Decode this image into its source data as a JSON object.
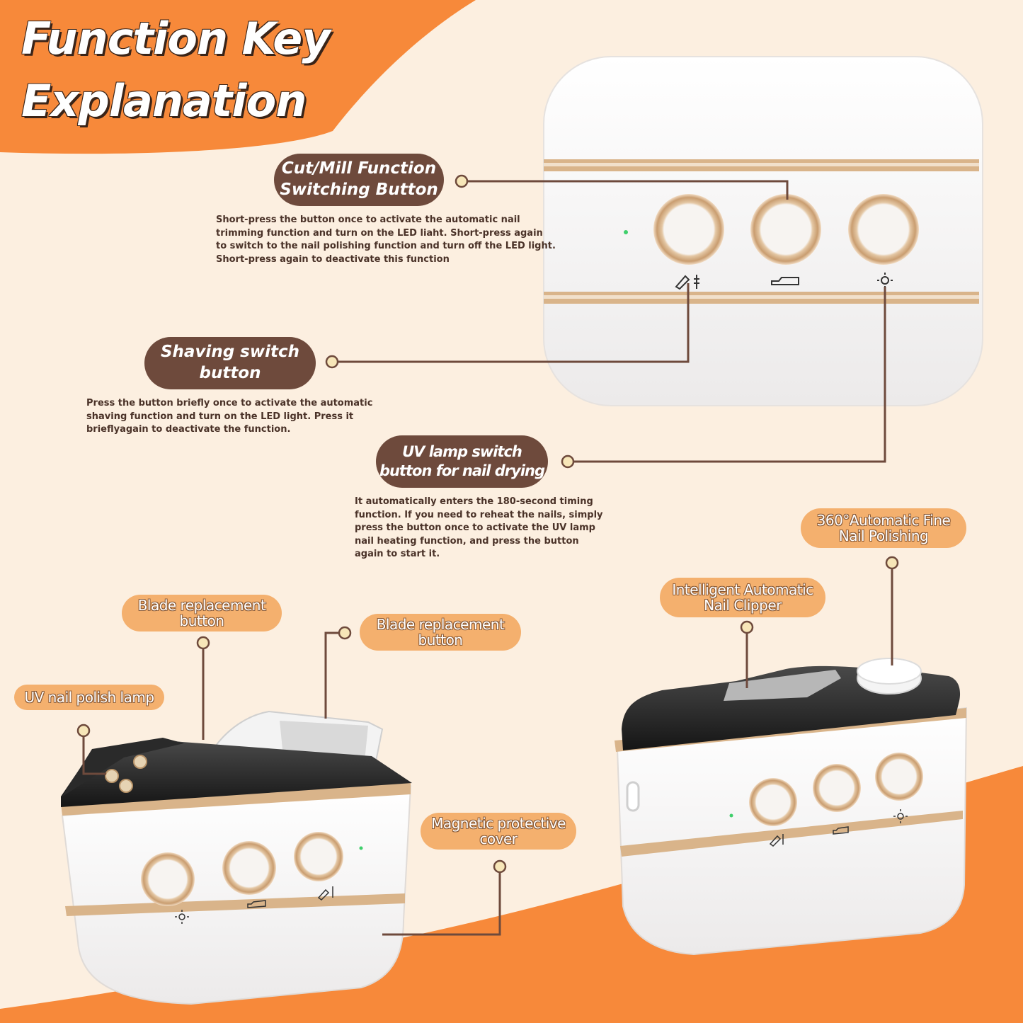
{
  "title": {
    "line1": "Function Key",
    "line2": "Explanation"
  },
  "callouts": {
    "cut_mill": {
      "line1": "Cut/Mill Function",
      "line2": "Switching Button",
      "description": [
        "Short-press the button once to activate the automatic nail",
        "trimming function and turn on the LED liaht. Short-press again",
        "to switch to the nail polishing function and turn off the LED light.",
        "Short-press again to deactivate this function"
      ]
    },
    "shaving": {
      "line1": "Shaving switch",
      "line2": "button",
      "description": [
        "Press the button briefly once to activate the automatic",
        "shaving function and turn on the LED light. Press it",
        "brieflyagain to deactivate the function."
      ]
    },
    "uv_switch": {
      "line1": "UV lamp switch",
      "line2": "button for nail drying",
      "description": [
        "It automatically enters the 180-second timing",
        "function. If you need to reheat the nails, simply",
        "press the button once to activate the UV lamp",
        "nail heating function, and press the button",
        "again to start it."
      ]
    }
  },
  "labels": {
    "polishing": {
      "line1": "360°Automatic Fine",
      "line2": "Nail Polishing"
    },
    "clipper": {
      "line1": "Intelligent Automatic",
      "line2": "Nail Clipper"
    },
    "blade_left": {
      "line1": "Blade replacement",
      "line2": "button"
    },
    "blade_right": {
      "line1": "Blade replacement",
      "line2": "button"
    },
    "uv_lamp": {
      "line1": "UV nail polish lamp"
    },
    "magnetic": {
      "line1": "Magnetic protective",
      "line2": "cover"
    }
  },
  "icons": [
    "shaver-icon",
    "blade-icon",
    "sun-icon"
  ],
  "colors": {
    "accent_orange": "#f7893a",
    "pill_brown": "#6e4a3c",
    "tag_orange": "#f4b06e",
    "gold": "#d9b48a"
  }
}
